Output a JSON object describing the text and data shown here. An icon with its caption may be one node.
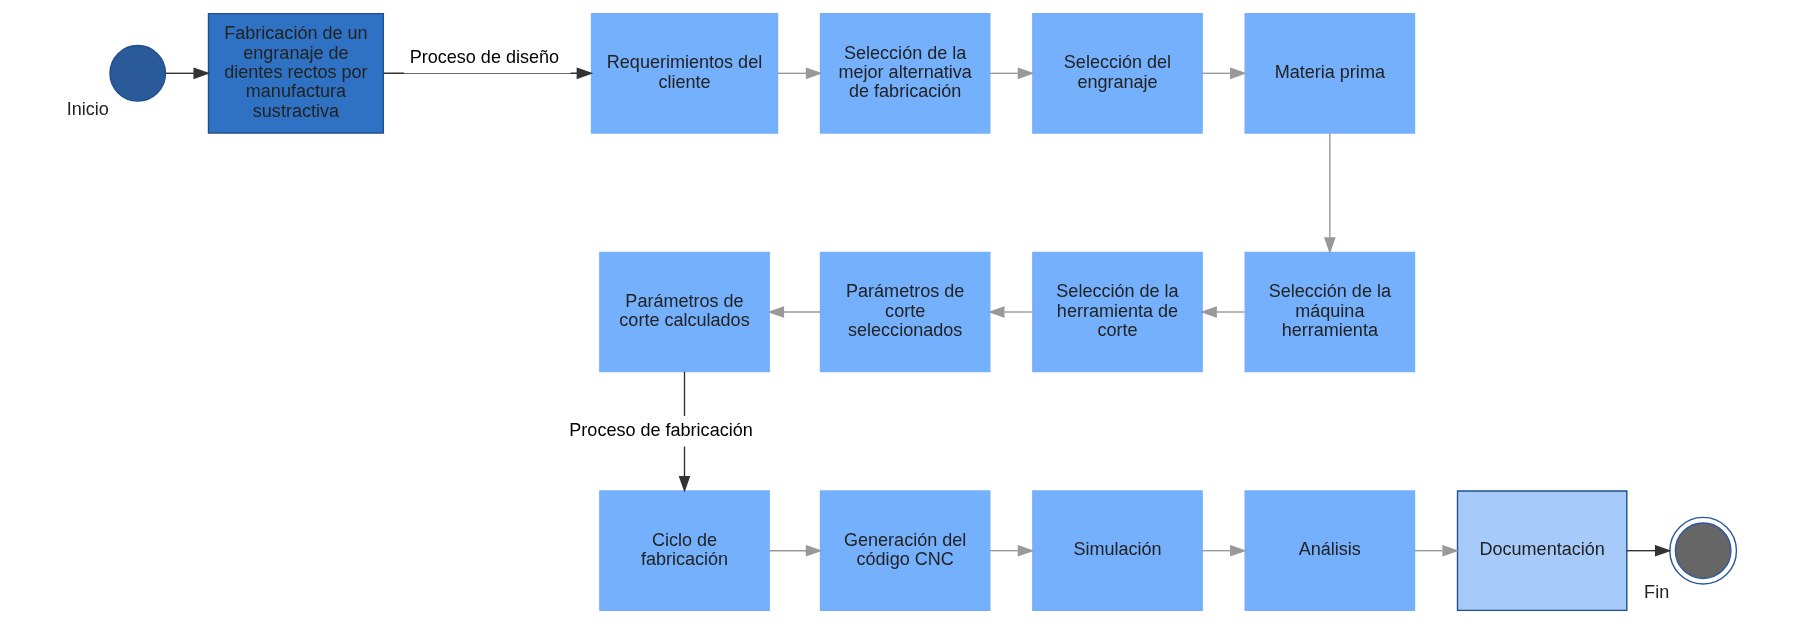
{
  "diagram": {
    "nodes": [
      {
        "text": [],
        "shape": "circle",
        "beside": [
          "Inicio"
        ]
      },
      {
        "text": [
          "Fabricación de un engranaje de dientes rectos por manufactura sustractiva"
        ]
      },
      {
        "text": [
          "Requerimientos del cliente"
        ]
      },
      {
        "text": [
          "Selección de la mejor alternativa de fabricación"
        ]
      },
      {
        "text": [
          "Selección del engranaje"
        ]
      },
      {
        "text": [
          "Materia prima"
        ]
      },
      {
        "text": [
          "Selección de la máquina herramienta"
        ]
      },
      {
        "text": [
          "Selección de la herramienta de corte"
        ]
      },
      {
        "text": [
          "Parámetros de corte seleccionados"
        ]
      },
      {
        "text": [
          "Parámetros de corte calculados"
        ]
      },
      {
        "text": [
          "Ciclo de fabricación"
        ]
      },
      {
        "text": [
          "Generación del código CNC"
        ]
      },
      {
        "text": [
          "Simulación"
        ]
      },
      {
        "text": [
          "Análisis"
        ]
      },
      {
        "text": [
          "Documentación"
        ]
      },
      {
        "text": [],
        "shape": "circle",
        "beside": [
          "Fin"
        ]
      }
    ],
    "edges": [
      {
        "from": 0,
        "to": 1,
        "arrow": "to",
        "color": "#333333"
      },
      {
        "from": 1,
        "to": 2,
        "arrow": "to",
        "label": "Proceso de diseño",
        "color": "#333333"
      },
      {
        "from": 2,
        "to": 3,
        "arrow": "to"
      },
      {
        "from": 3,
        "to": 4,
        "arrow": "to"
      },
      {
        "from": 4,
        "to": 5,
        "arrow": "to"
      },
      {
        "from": 5,
        "to": 6,
        "arrow": "to"
      },
      {
        "from": 6,
        "to": 7,
        "arrow": "to"
      },
      {
        "from": 7,
        "to": 8,
        "arrow": "to"
      },
      {
        "from": 8,
        "to": 9,
        "arrow": "to"
      },
      {
        "from": 9,
        "to": 10,
        "arrow": "to",
        "label": "Proceso de fabricación",
        "color": "#333333"
      },
      {
        "from": 10,
        "to": 11,
        "arrow": "to"
      },
      {
        "from": 11,
        "to": 12,
        "arrow": "to"
      },
      {
        "from": 12,
        "to": 13,
        "arrow": "to"
      },
      {
        "from": 13,
        "to": 14,
        "arrow": "to"
      },
      {
        "from": 14,
        "to": 15,
        "arrow": "to",
        "color": "#333333"
      }
    ]
  }
}
